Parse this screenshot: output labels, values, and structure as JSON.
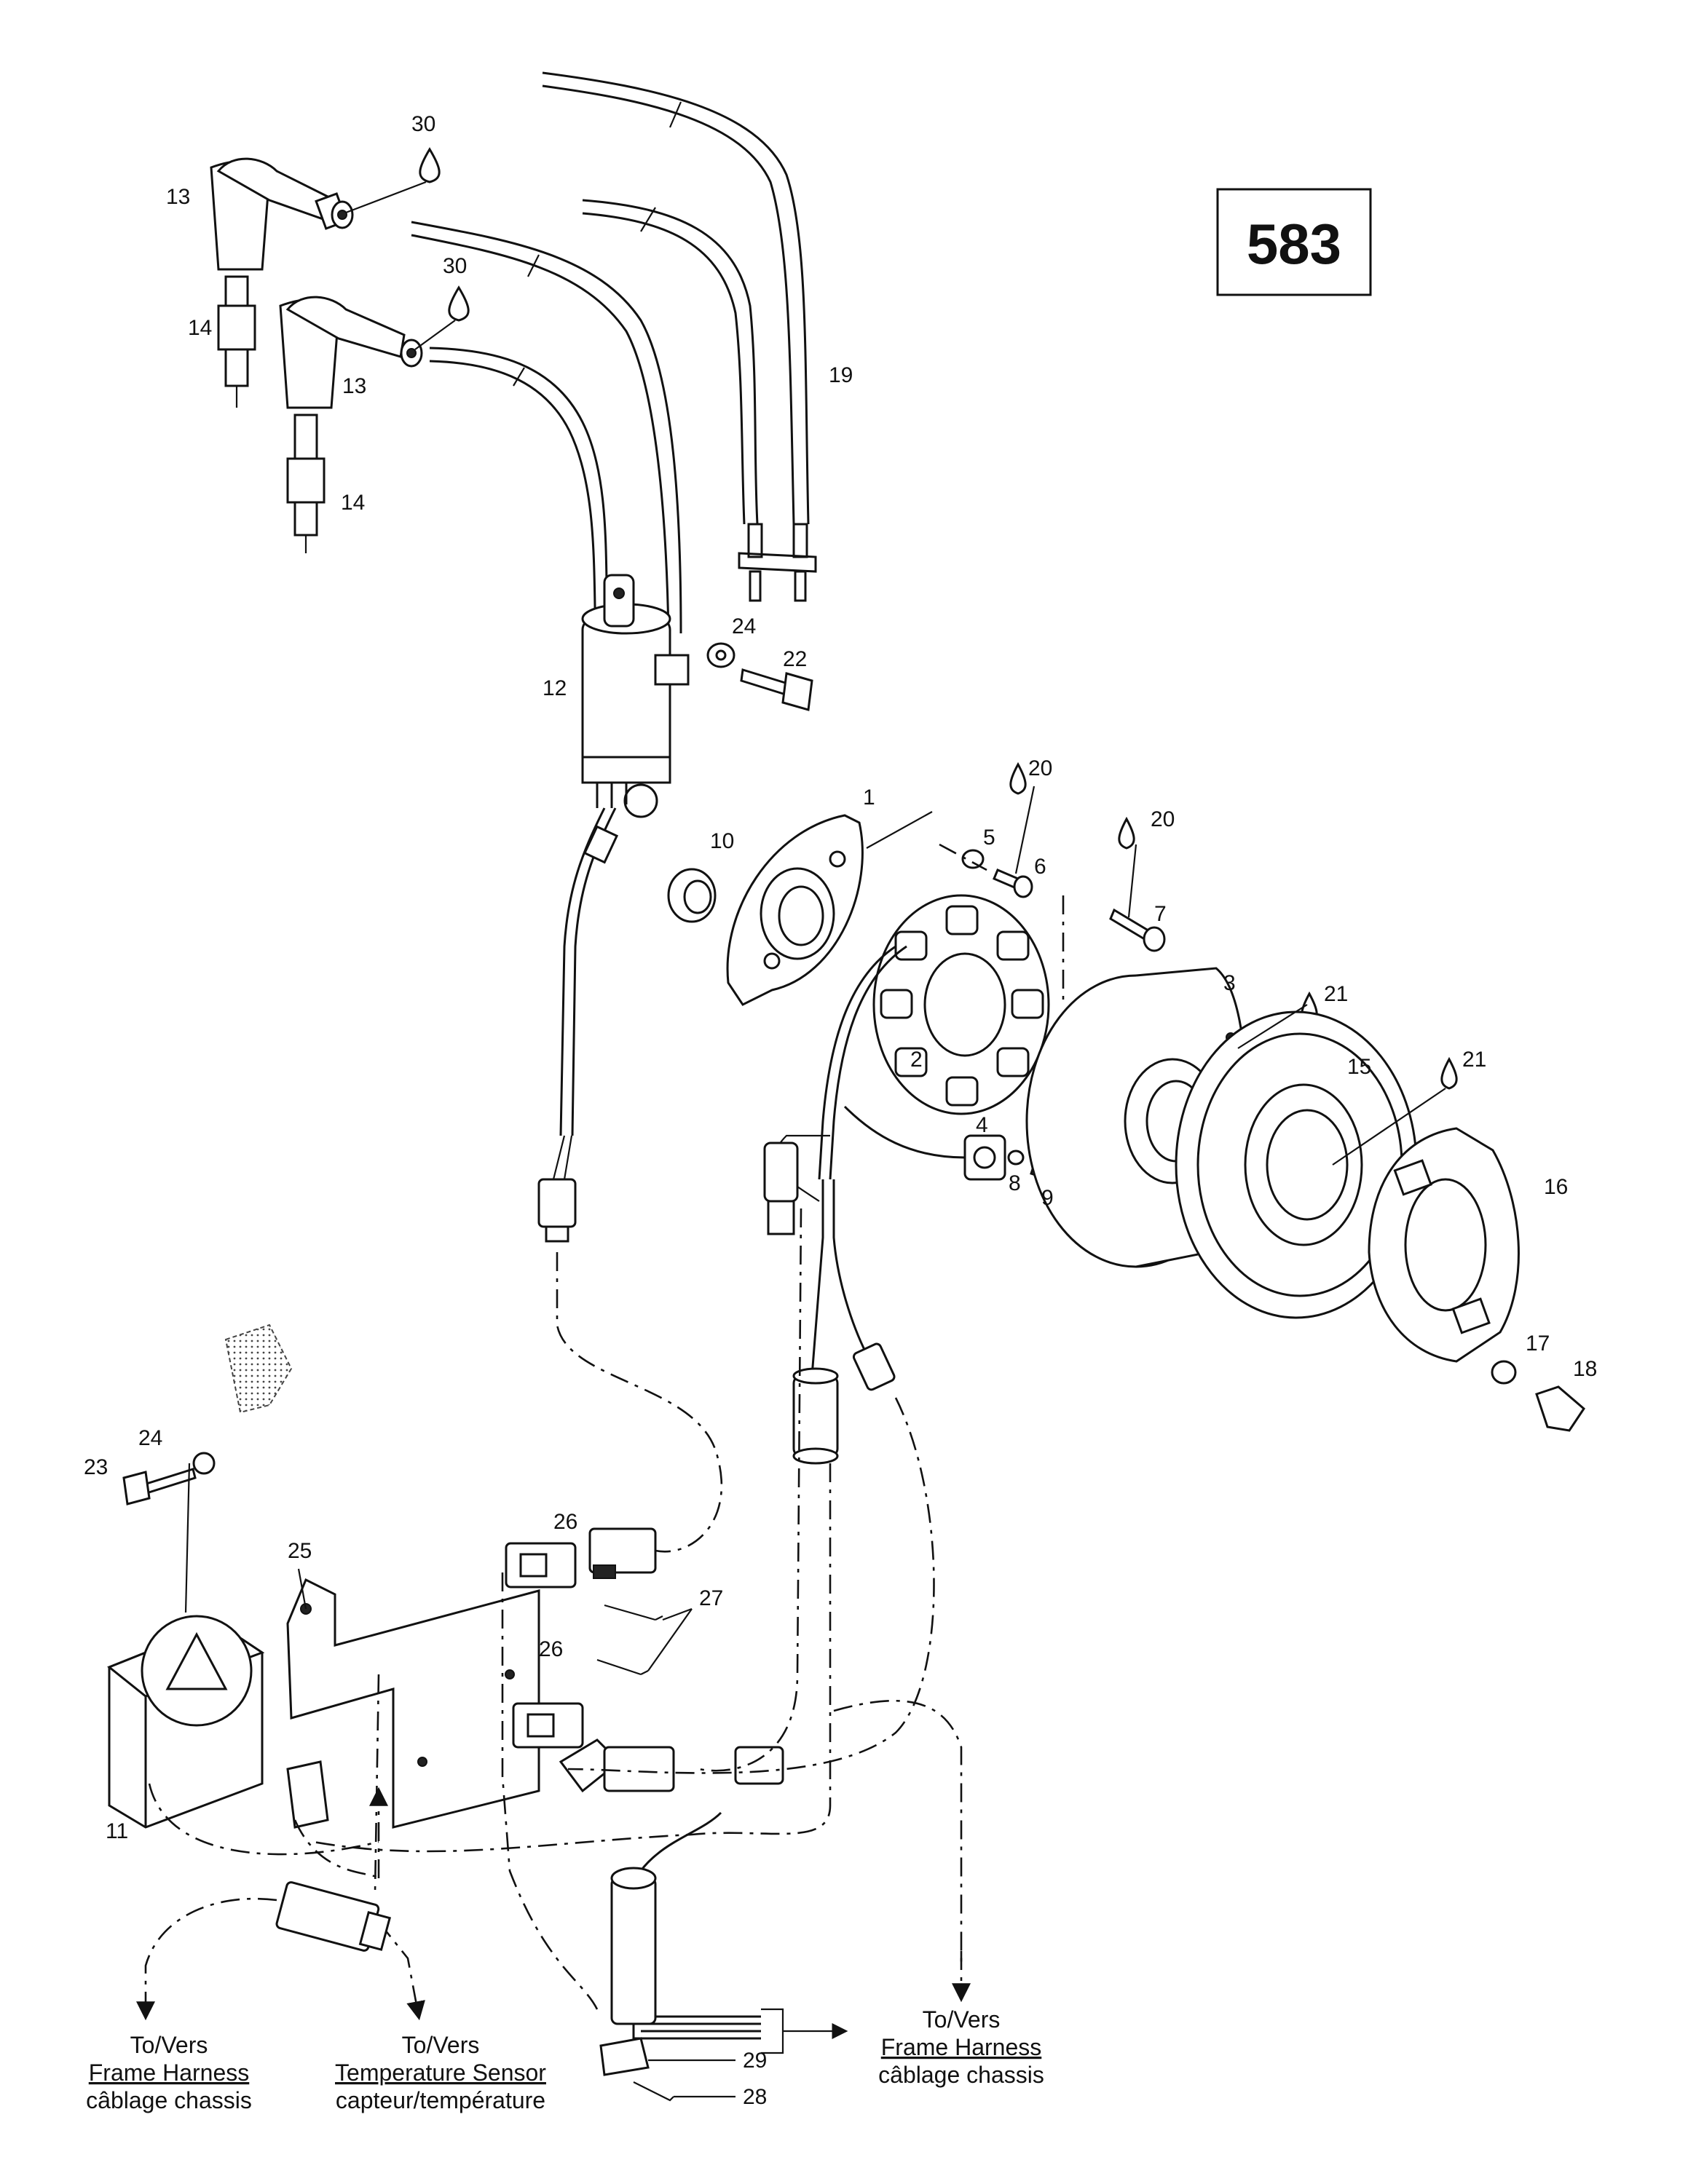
{
  "diagram_code": "583",
  "callouts": [
    {
      "id": "c1",
      "text": "1"
    },
    {
      "id": "c2",
      "text": "2"
    },
    {
      "id": "c3",
      "text": "3"
    },
    {
      "id": "c4",
      "text": "4"
    },
    {
      "id": "c5",
      "text": "5"
    },
    {
      "id": "c6",
      "text": "6"
    },
    {
      "id": "c7",
      "text": "7"
    },
    {
      "id": "c8",
      "text": "8"
    },
    {
      "id": "c9",
      "text": "9"
    },
    {
      "id": "c10",
      "text": "10"
    },
    {
      "id": "c11",
      "text": "11"
    },
    {
      "id": "c12",
      "text": "12"
    },
    {
      "id": "c13a",
      "text": "13"
    },
    {
      "id": "c13b",
      "text": "13"
    },
    {
      "id": "c14a",
      "text": "14"
    },
    {
      "id": "c14b",
      "text": "14"
    },
    {
      "id": "c15",
      "text": "15"
    },
    {
      "id": "c16",
      "text": "16"
    },
    {
      "id": "c17",
      "text": "17"
    },
    {
      "id": "c18",
      "text": "18"
    },
    {
      "id": "c19",
      "text": "19"
    },
    {
      "id": "c20a",
      "text": "20"
    },
    {
      "id": "c20b",
      "text": "20"
    },
    {
      "id": "c21a",
      "text": "21"
    },
    {
      "id": "c21b",
      "text": "21"
    },
    {
      "id": "c22",
      "text": "22"
    },
    {
      "id": "c23",
      "text": "23"
    },
    {
      "id": "c24a",
      "text": "24"
    },
    {
      "id": "c24b",
      "text": "24"
    },
    {
      "id": "c25",
      "text": "25"
    },
    {
      "id": "c26a",
      "text": "26"
    },
    {
      "id": "c26b",
      "text": "26"
    },
    {
      "id": "c27",
      "text": "27"
    },
    {
      "id": "c28",
      "text": "28"
    },
    {
      "id": "c29",
      "text": "29"
    },
    {
      "id": "c30a",
      "text": "30"
    },
    {
      "id": "c30b",
      "text": "30"
    }
  ],
  "destinations": [
    {
      "id": "d1",
      "line1": "To/Vers",
      "line2": "Frame Harness",
      "line3": "câblage chassis"
    },
    {
      "id": "d2",
      "line1": "To/Vers",
      "line2": "Temperature Sensor",
      "line3": "capteur/température"
    },
    {
      "id": "d3",
      "line1": "To/Vers",
      "line2": "Frame Harness",
      "line3": "câblage chassis"
    }
  ]
}
